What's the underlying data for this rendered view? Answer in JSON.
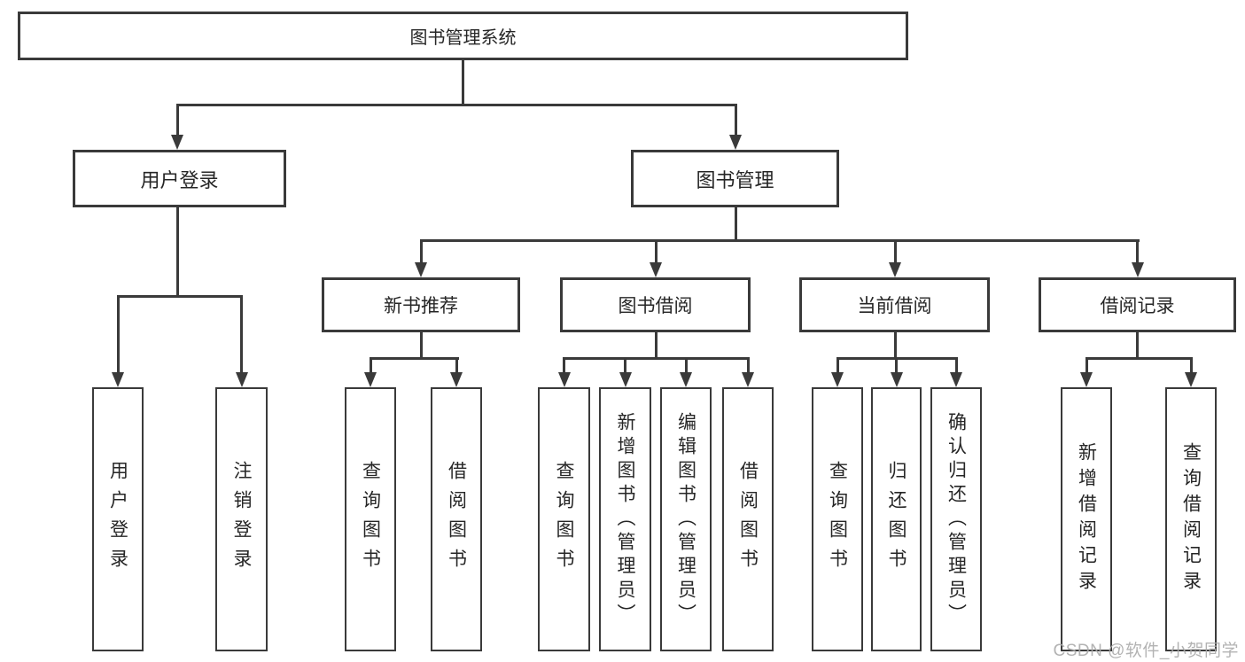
{
  "diagram": {
    "root": "图书管理系统",
    "branches": [
      {
        "label": "用户登录",
        "leaves": [
          "用户登录",
          "注销登录"
        ]
      },
      {
        "label": "图书管理",
        "groups": [
          {
            "label": "新书推荐",
            "leaves": [
              "查询图书",
              "借阅图书"
            ]
          },
          {
            "label": "图书借阅",
            "leaves": [
              "查询图书",
              "新增图书（管理员）",
              "编辑图书（管理员）",
              "借阅图书"
            ]
          },
          {
            "label": "当前借阅",
            "leaves": [
              "查询图书",
              "归还图书",
              "确认归还（管理员）"
            ]
          },
          {
            "label": "借阅记录",
            "leaves": [
              "新增借阅记录",
              "查询借阅记录"
            ]
          }
        ]
      }
    ]
  },
  "watermark": "CSDN @软件_小贺同学",
  "colors": {
    "background": "#ffffff",
    "line_and_border": "#3a3a3a",
    "text": "#262626",
    "watermark": "#ababab"
  }
}
